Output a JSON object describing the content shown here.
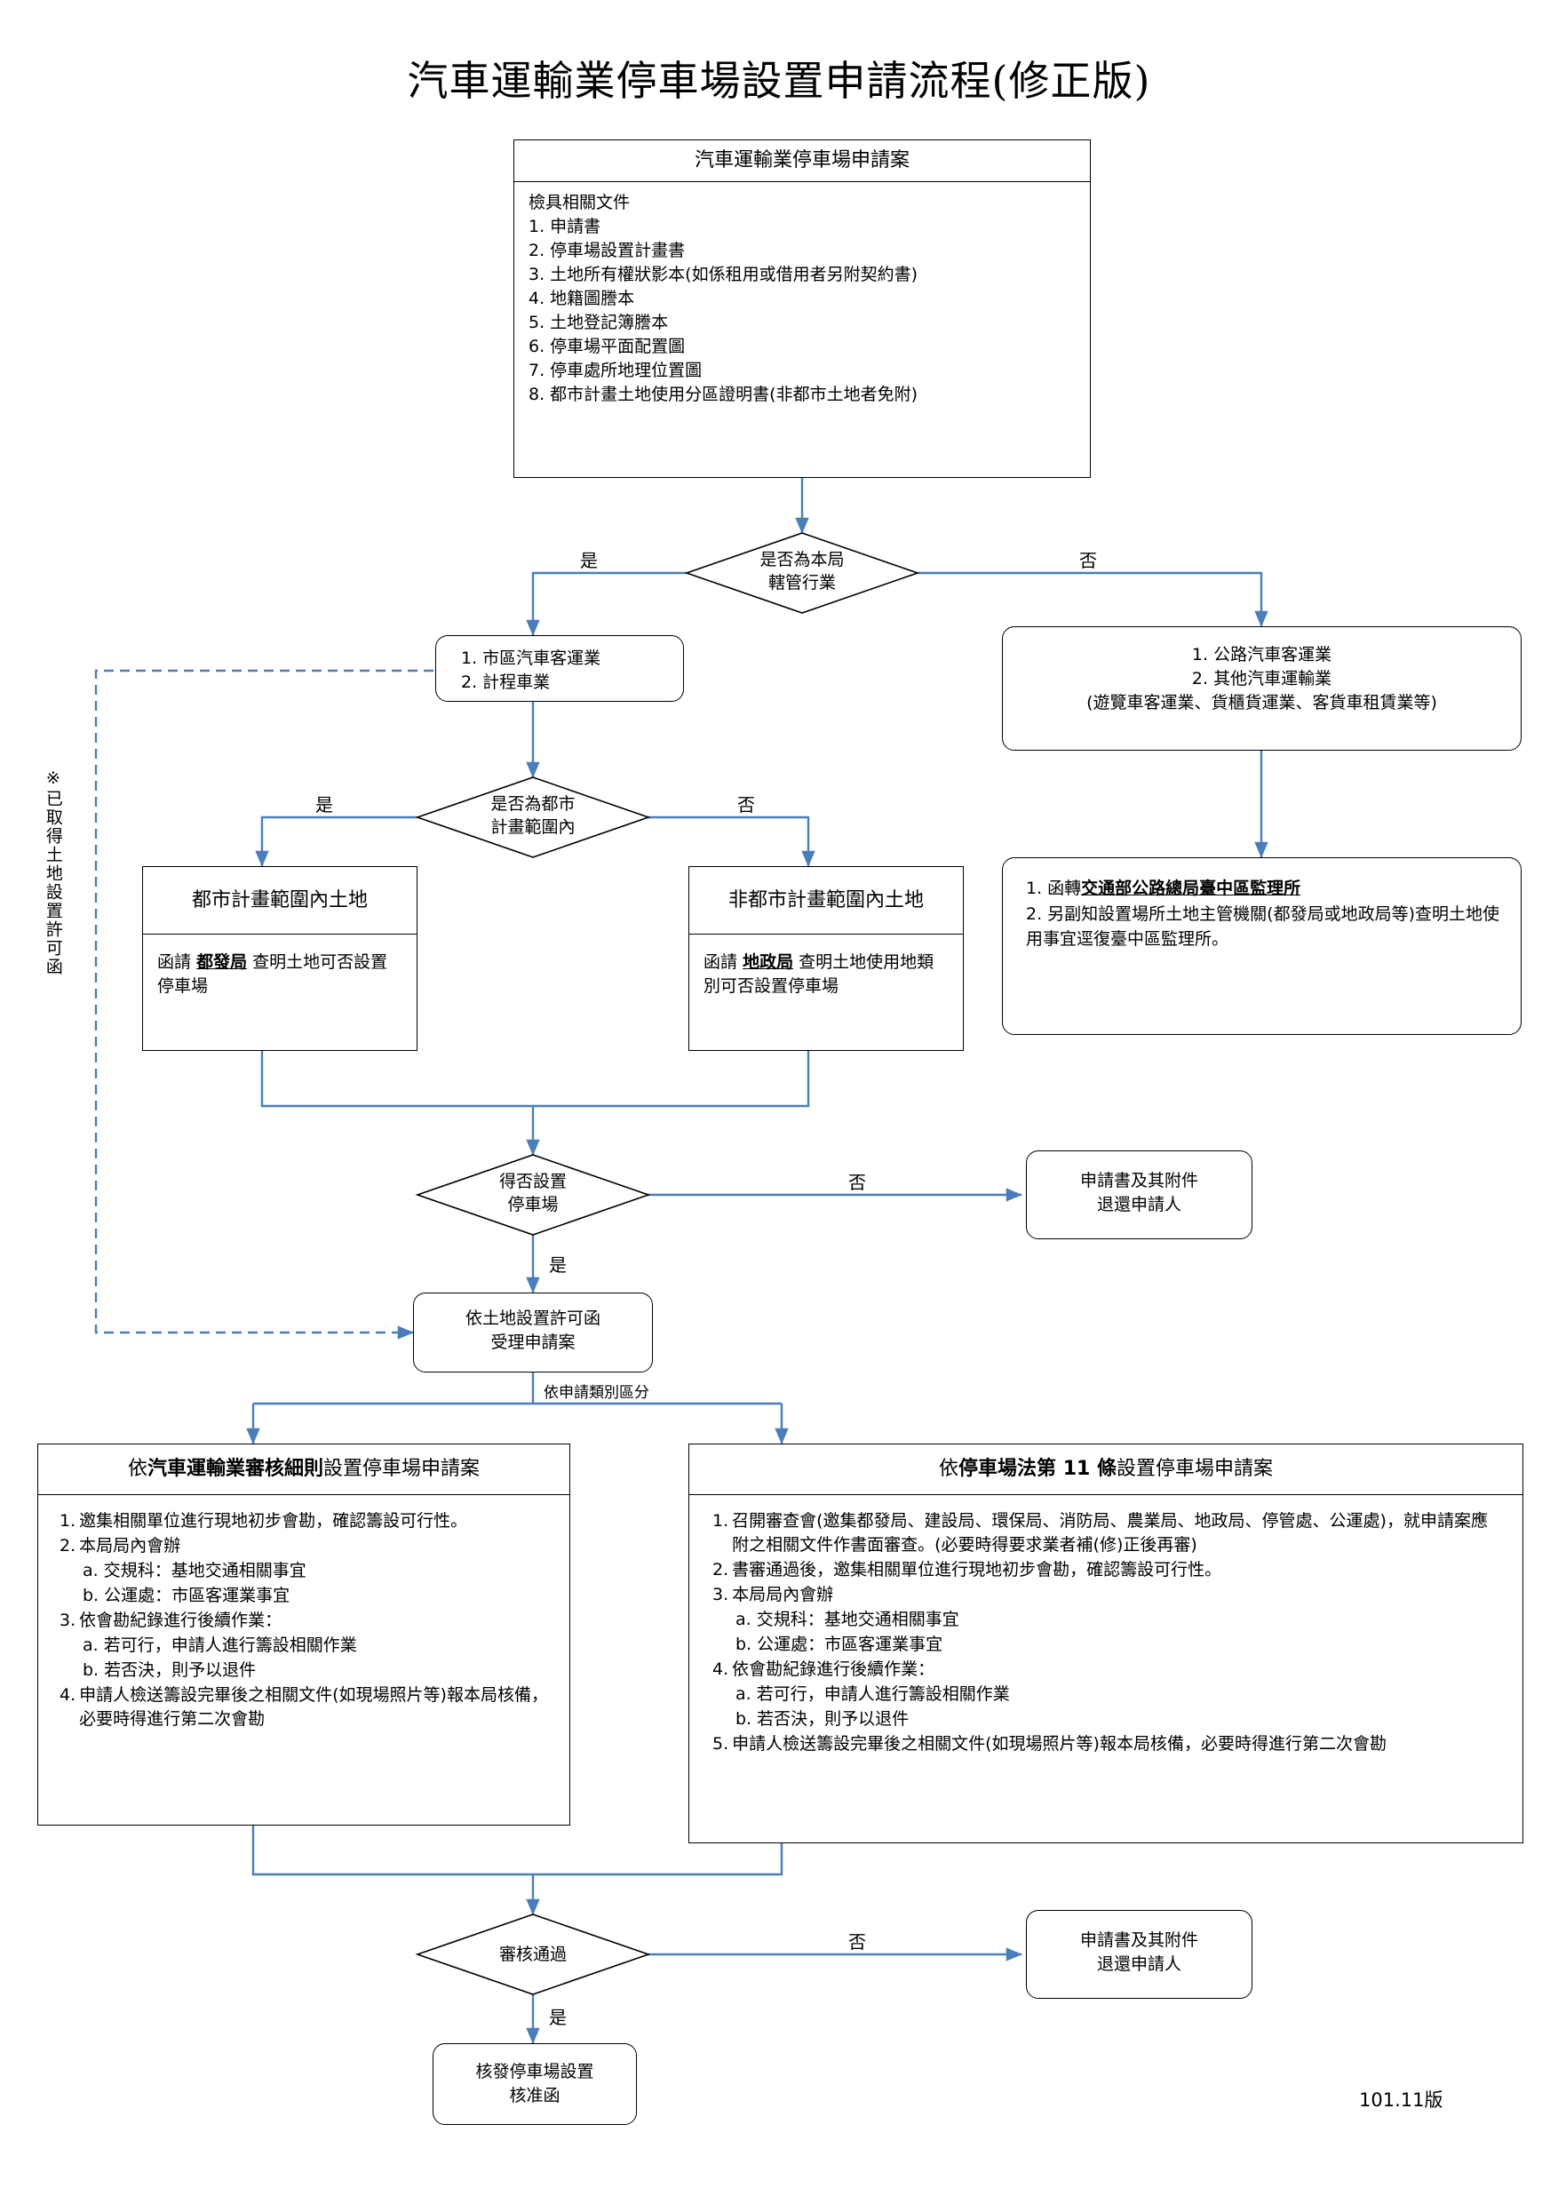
{
  "title": "汽車運輸業停車場設置申請流程(修正版)",
  "footer": "101.11版",
  "side_note": "※已取得土地設置許可函",
  "labels": {
    "yes": "是",
    "no": "否",
    "by_type": "依申請類別區分"
  },
  "nodes": {
    "application": {
      "header": "汽車運輸業停車場申請案",
      "intro": "檢具相關文件",
      "items": [
        "1. 申請書",
        "2. 停車場設置計畫書",
        "3. 土地所有權狀影本(如係租用或借用者另附契約書)",
        "4. 地籍圖謄本",
        "5. 土地登記簿謄本",
        "6. 停車場平面配置圖",
        "7. 停車處所地理位置圖",
        "8. 都市計畫土地使用分區證明書(非都市土地者免附)"
      ]
    },
    "decision_jurisdiction": {
      "line1": "是否為本局",
      "line2": "轄管行業"
    },
    "left_industry": {
      "line1": "1. 市區汽車客運業",
      "line2": "2. 計程車業"
    },
    "right_industry": {
      "line1": "1. 公路汽車客運業",
      "line2": "2. 其他汽車運輸業",
      "line3": "(遊覽車客運業、貨櫃貨運業、客貨車租賃業等)"
    },
    "decision_urban": {
      "line1": "是否為都市",
      "line2": "計畫範圍內"
    },
    "urban_land": {
      "header": "都市計畫範圍內土地",
      "body_pre": "函請",
      "body_agency": "都發局",
      "body_post": "查明土地可否設置停車場"
    },
    "nonurban_land": {
      "header": "非都市計畫範圍內土地",
      "body_pre": "函請",
      "body_agency": "地政局",
      "body_post": "查明土地使用地類別可否設置停車場"
    },
    "transfer_box": {
      "item1_pre": "1. 函轉",
      "item1_ul": "交通部公路總局臺中區監理所",
      "item2": "2. 另副知設置場所土地主管機關(都發局或地政局等)查明土地使用事宜逕復臺中區監理所。"
    },
    "decision_allowed": {
      "line1": "得否設置",
      "line2": "停車場"
    },
    "reject_top": {
      "line1": "申請書及其附件",
      "line2": "退還申請人"
    },
    "accept_case": {
      "line1": "依土地設置許可函",
      "line2": "受理申請案"
    },
    "rule_box": {
      "header_pre": "依",
      "header_bold": "汽車運輸業審核細則",
      "header_post": "設置停車場申請案",
      "items": [
        {
          "num": "1.",
          "txt": "邀集相關單位進行現地初步會勘，確認籌設可行性。"
        },
        {
          "num": "2.",
          "txt": "本局局內會辦"
        },
        {
          "num": "",
          "txt": "a. 交規科：基地交通相關事宜",
          "sub": true
        },
        {
          "num": "",
          "txt": "b. 公運處：市區客運業事宜",
          "sub": true
        },
        {
          "num": "3.",
          "txt": "依會勘紀錄進行後續作業："
        },
        {
          "num": "",
          "txt": "a. 若可行，申請人進行籌設相關作業",
          "sub": true
        },
        {
          "num": "",
          "txt": "b. 若否決，則予以退件",
          "sub": true
        },
        {
          "num": "4.",
          "txt": "申請人檢送籌設完畢後之相關文件(如現場照片等)報本局核備，必要時得進行第二次會勘"
        }
      ]
    },
    "law_box": {
      "header_pre": "依",
      "header_bold": "停車場法第 11 條",
      "header_post": "設置停車場申請案",
      "items": [
        {
          "num": "1.",
          "txt": "召開審查會(邀集都發局、建設局、環保局、消防局、農業局、地政局、停管處、公運處)，就申請案應附之相關文件作書面審查。(必要時得要求業者補(修)正後再審)"
        },
        {
          "num": "2.",
          "txt": "書審通過後，邀集相關單位進行現地初步會勘，確認籌設可行性。"
        },
        {
          "num": "3.",
          "txt": "本局局內會辦"
        },
        {
          "num": "",
          "txt": "a. 交規科：基地交通相關事宜",
          "sub": true
        },
        {
          "num": "",
          "txt": "b. 公運處：市區客運業事宜",
          "sub": true
        },
        {
          "num": "4.",
          "txt": "依會勘紀錄進行後續作業："
        },
        {
          "num": "",
          "txt": "a. 若可行，申請人進行籌設相關作業",
          "sub": true
        },
        {
          "num": "",
          "txt": "b. 若否決，則予以退件",
          "sub": true
        },
        {
          "num": "5.",
          "txt": "申請人檢送籌設完畢後之相關文件(如現場照片等)報本局核備，必要時得進行第二次會勘"
        }
      ]
    },
    "decision_review": {
      "line1": "審核通過"
    },
    "reject_bottom": {
      "line1": "申請書及其附件",
      "line2": "退還申請人"
    },
    "approve": {
      "line1": "核發停車場設置",
      "line2": "核准函"
    }
  },
  "colors": {
    "connector": "#4A7EBB",
    "dashed": "#4A7EBB",
    "border": "#000000",
    "background": "#FFFFFF"
  }
}
